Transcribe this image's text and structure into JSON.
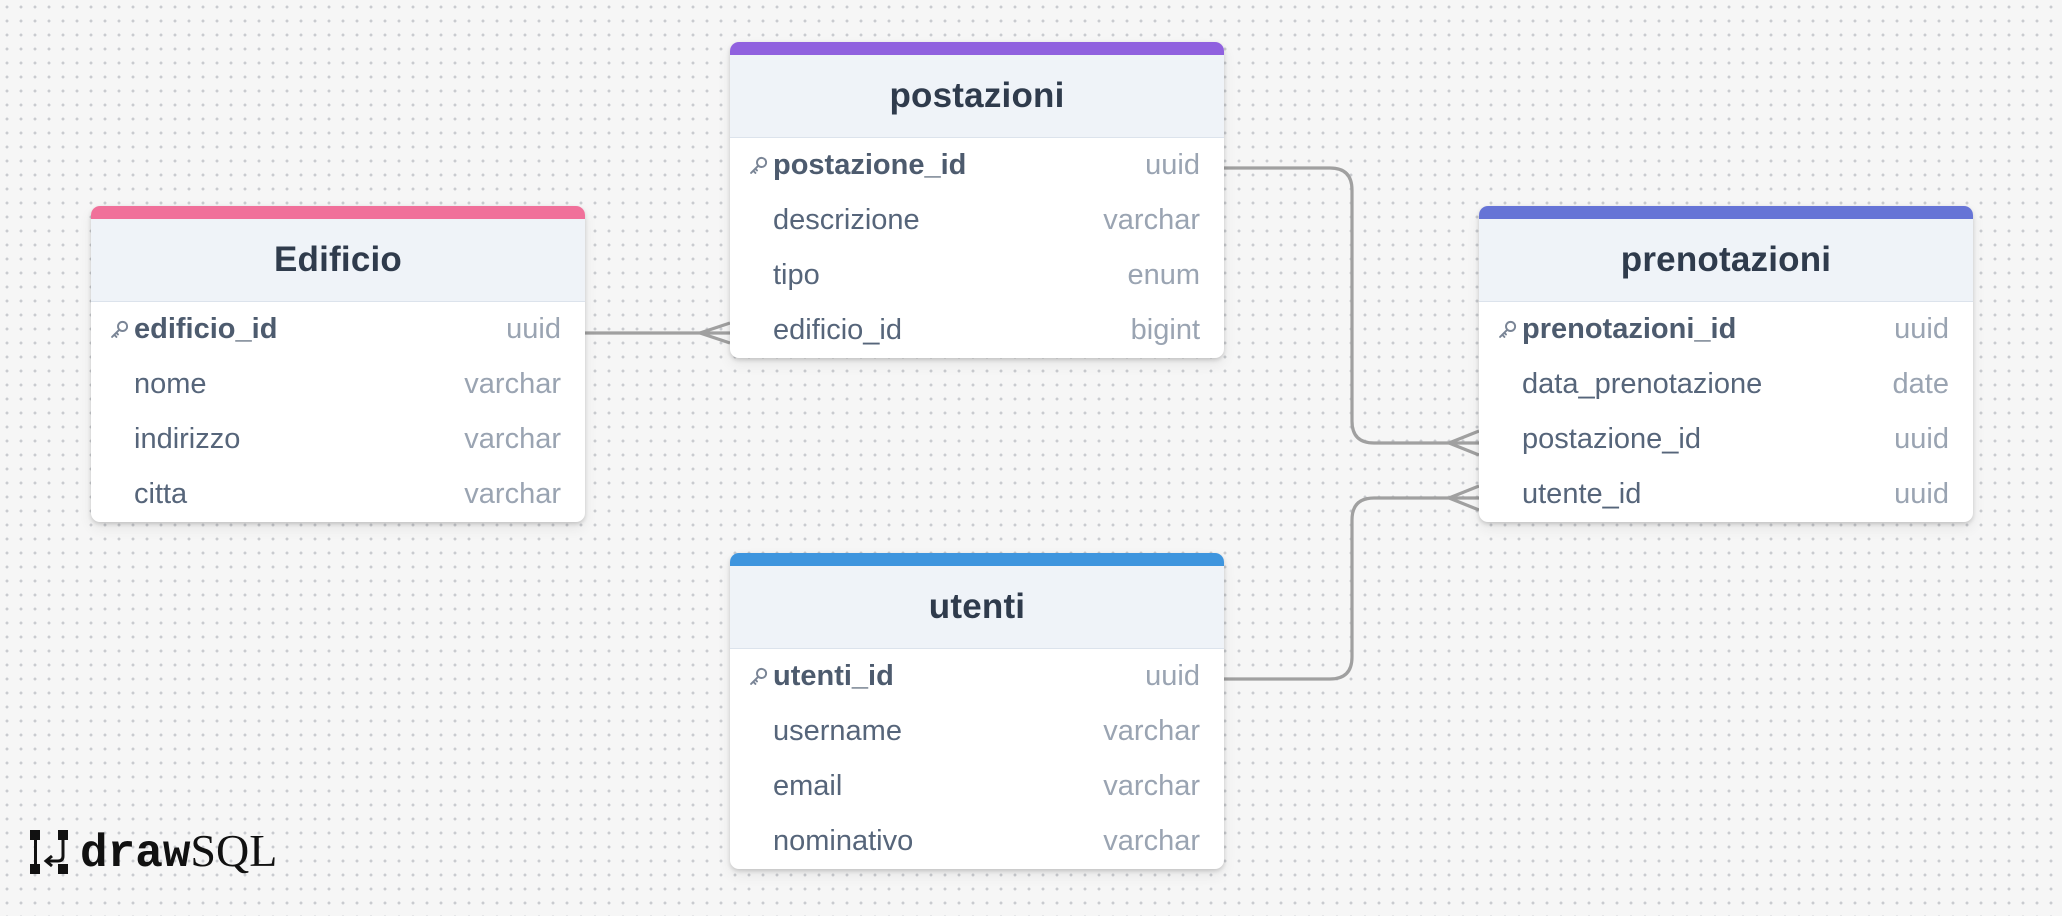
{
  "tables": [
    {
      "id": "edificio",
      "name": "Edificio",
      "accent": "#f0709a",
      "fields": [
        {
          "name": "edificio_id",
          "type": "uuid",
          "pk": true
        },
        {
          "name": "nome",
          "type": "varchar",
          "pk": false
        },
        {
          "name": "indirizzo",
          "type": "varchar",
          "pk": false
        },
        {
          "name": "citta",
          "type": "varchar",
          "pk": false
        }
      ]
    },
    {
      "id": "postazioni",
      "name": "postazioni",
      "accent": "#9061df",
      "fields": [
        {
          "name": "postazione_id",
          "type": "uuid",
          "pk": true
        },
        {
          "name": "descrizione",
          "type": "varchar",
          "pk": false
        },
        {
          "name": "tipo",
          "type": "enum",
          "pk": false
        },
        {
          "name": "edificio_id",
          "type": "bigint",
          "pk": false
        }
      ]
    },
    {
      "id": "prenotazioni",
      "name": "prenotazioni",
      "accent": "#6674d6",
      "fields": [
        {
          "name": "prenotazioni_id",
          "type": "uuid",
          "pk": true
        },
        {
          "name": "data_prenotazione",
          "type": "date",
          "pk": false
        },
        {
          "name": "postazione_id",
          "type": "uuid",
          "pk": false
        },
        {
          "name": "utente_id",
          "type": "uuid",
          "pk": false
        }
      ]
    },
    {
      "id": "utenti",
      "name": "utenti",
      "accent": "#3e95de",
      "fields": [
        {
          "name": "utenti_id",
          "type": "uuid",
          "pk": true
        },
        {
          "name": "username",
          "type": "varchar",
          "pk": false
        },
        {
          "name": "email",
          "type": "varchar",
          "pk": false
        },
        {
          "name": "nominativo",
          "type": "varchar",
          "pk": false
        }
      ]
    }
  ],
  "relations": [
    {
      "from": "Edificio.edificio_id",
      "to": "postazioni.edificio_id",
      "cardinality": "one-to-many"
    },
    {
      "from": "postazioni.postazione_id",
      "to": "prenotazioni.postazione_id",
      "cardinality": "one-to-many"
    },
    {
      "from": "utenti.utenti_id",
      "to": "prenotazioni.utente_id",
      "cardinality": "one-to-many"
    }
  ],
  "brand": {
    "logo_bold": "draw",
    "logo_light": "SQL"
  },
  "icons": {
    "primary_key": "key-icon",
    "logo": "drawsql-logo-icon"
  },
  "colors": {
    "relation_line": "#a0a0a0",
    "background": "#f6f6f6"
  }
}
